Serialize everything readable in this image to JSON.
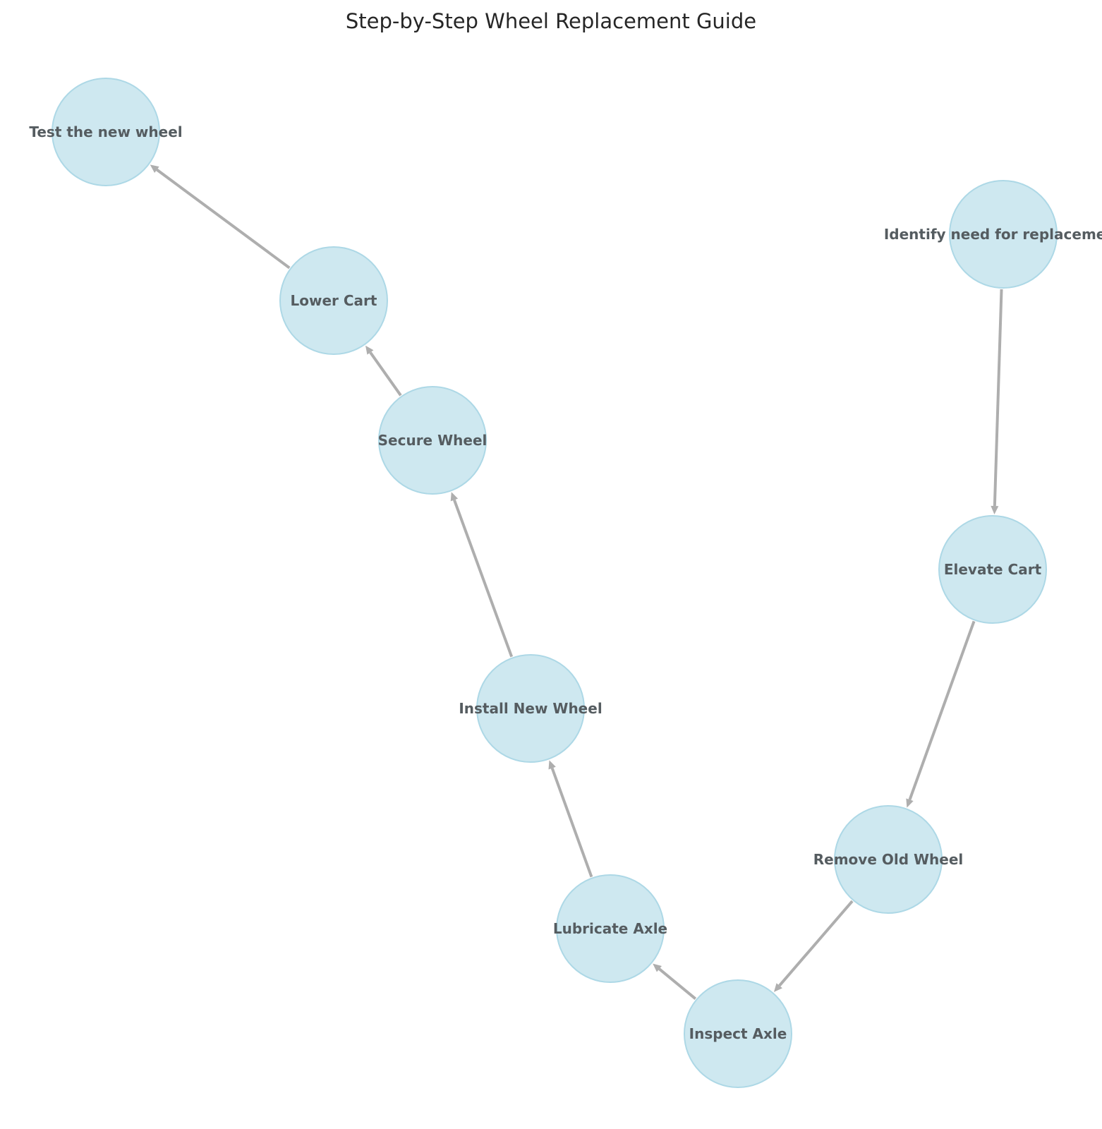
{
  "title": "Step-by-Step Wheel Replacement Guide",
  "colors": {
    "node_fill": "#add8e6",
    "edge": "#a0a0a0",
    "label": "#555c60"
  },
  "nodes": [
    {
      "id": "identify",
      "label": "Identify need for replacement"
    },
    {
      "id": "elevate",
      "label": "Elevate Cart"
    },
    {
      "id": "remove",
      "label": "Remove Old Wheel"
    },
    {
      "id": "inspect",
      "label": "Inspect Axle"
    },
    {
      "id": "lubricate",
      "label": "Lubricate Axle"
    },
    {
      "id": "install",
      "label": "Install New Wheel"
    },
    {
      "id": "secure",
      "label": "Secure Wheel"
    },
    {
      "id": "lower",
      "label": "Lower Cart"
    },
    {
      "id": "test",
      "label": "Test the new wheel"
    }
  ],
  "edges": [
    {
      "from": "identify",
      "to": "elevate"
    },
    {
      "from": "elevate",
      "to": "remove"
    },
    {
      "from": "remove",
      "to": "inspect"
    },
    {
      "from": "inspect",
      "to": "lubricate"
    },
    {
      "from": "lubricate",
      "to": "install"
    },
    {
      "from": "install",
      "to": "secure"
    },
    {
      "from": "secure",
      "to": "lower"
    },
    {
      "from": "lower",
      "to": "test"
    }
  ]
}
